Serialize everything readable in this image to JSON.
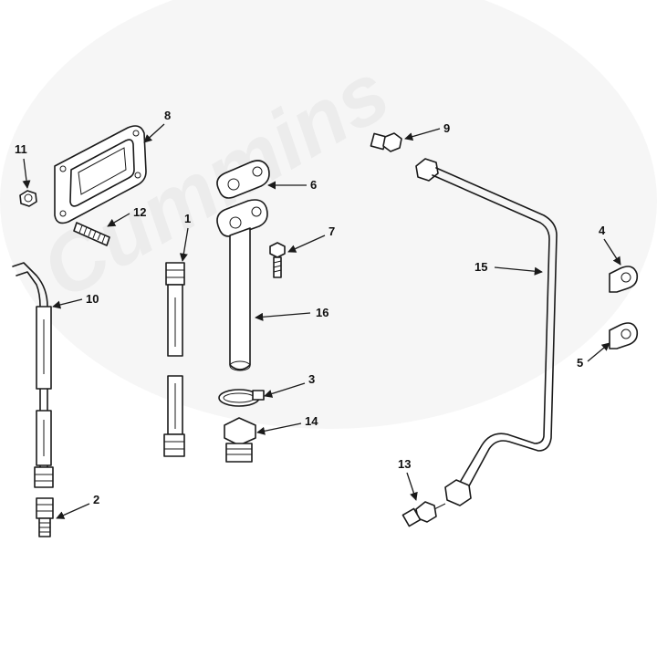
{
  "watermark": {
    "text": "Cummins"
  },
  "callouts": {
    "c1": "1",
    "c2": "2",
    "c3": "3",
    "c4": "4",
    "c5": "5",
    "c6": "6",
    "c7": "7",
    "c8": "8",
    "c9": "9",
    "c10": "10",
    "c11": "11",
    "c12": "12",
    "c13": "13",
    "c14": "14",
    "c15": "15",
    "c16": "16"
  },
  "colors": {
    "ink": "#1a1a1a",
    "watermark": "#ececec",
    "background": "#ffffff"
  }
}
